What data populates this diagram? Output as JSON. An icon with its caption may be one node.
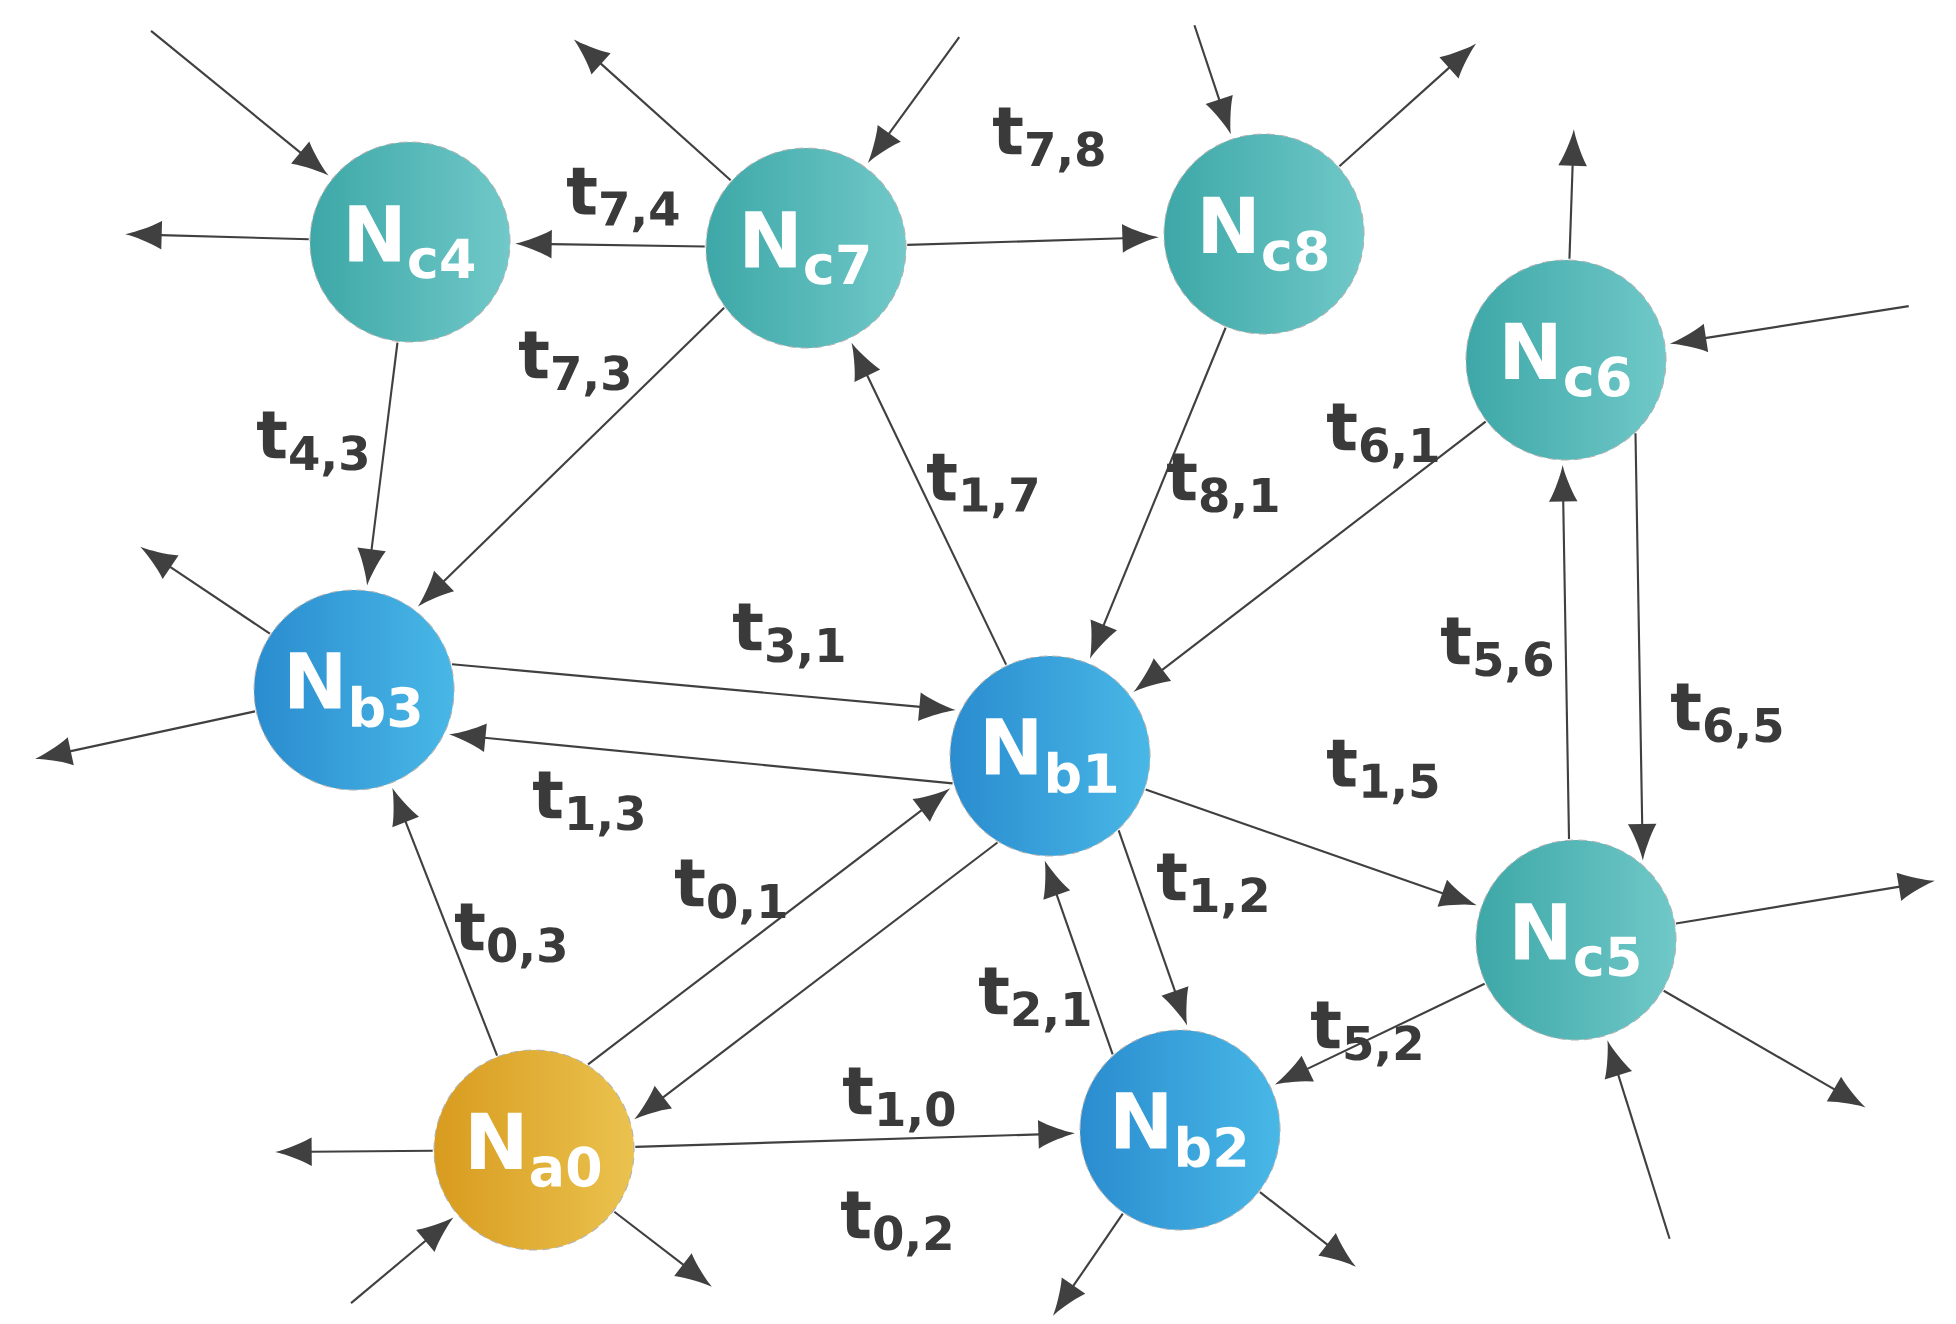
{
  "diagram": {
    "nodes": [
      {
        "text": [
          "N$_{a0}$"
        ]
      },
      {
        "text": [
          "N$_{b1}$"
        ]
      },
      {
        "text": [
          "N$_{b2}$"
        ]
      },
      {
        "text": [
          "N$_{b3}$"
        ]
      },
      {
        "text": [
          "N$_{c4}$"
        ]
      },
      {
        "text": [
          "N$_{c5}$"
        ]
      },
      {
        "text": [
          "N$_{c6}$"
        ]
      },
      {
        "text": [
          "N$_{c7}$"
        ]
      },
      {
        "text": [
          "N$_{c8}$"
        ]
      }
    ],
    "edges": [
      {
        "from": 7,
        "to": 4,
        "arrow": "to",
        "label": "t$_{7,4}$"
      },
      {
        "from": 7,
        "to": 8,
        "arrow": "to",
        "label": "t$_{7,8}$"
      },
      {
        "from": 7,
        "to": 3,
        "arrow": "to",
        "label": "t$_{7,3}$"
      },
      {
        "from": 4,
        "to": 3,
        "arrow": "to",
        "label": "t$_{4,3}$"
      },
      {
        "from": 3,
        "to": 1,
        "arrow": "to",
        "label": "t$_{3,1}$"
      },
      {
        "from": 1,
        "to": 3,
        "arrow": "to",
        "label": "t$_{1,3}$"
      },
      {
        "from": 1,
        "to": 7,
        "arrow": "to",
        "label": "t$_{1,7}$"
      },
      {
        "from": 8,
        "to": 1,
        "arrow": "to",
        "label": "t$_{8,1}$"
      },
      {
        "from": 6,
        "to": 1,
        "arrow": "to",
        "label": "t$_{6,1}$"
      },
      {
        "from": 5,
        "to": 6,
        "arrow": "to",
        "label": "t$_{5,6}$"
      },
      {
        "from": 6,
        "to": 5,
        "arrow": "to",
        "label": "t$_{6,5}$"
      },
      {
        "from": 1,
        "to": 5,
        "arrow": "to",
        "label": "t$_{1,5}$"
      },
      {
        "from": 1,
        "to": 2,
        "arrow": "to",
        "label": "t$_{1,2}$"
      },
      {
        "from": 2,
        "to": 1,
        "arrow": "to",
        "label": "t$_{2,1}$"
      },
      {
        "from": 5,
        "to": 2,
        "arrow": "to",
        "label": "t$_{5,2}$"
      },
      {
        "from": 0,
        "to": 3,
        "arrow": "to",
        "label": "t$_{0,3}$"
      },
      {
        "from": 0,
        "to": 1,
        "arrow": "to",
        "label": "t$_{0,1}$"
      },
      {
        "from": 1,
        "to": 0,
        "arrow": "to",
        "label": "t$_{1,0}$"
      },
      {
        "from": 0,
        "to": 2,
        "arrow": "to",
        "label": "t$_{0,2}$"
      },
      {
        "from": null,
        "to": 4,
        "arrow": "to"
      },
      {
        "from": 4,
        "to": null,
        "arrow": "to"
      },
      {
        "from": 7,
        "to": null,
        "arrow": "to"
      },
      {
        "from": null,
        "to": 7,
        "arrow": "to"
      },
      {
        "from": null,
        "to": 8,
        "arrow": "to"
      },
      {
        "from": 8,
        "to": null,
        "arrow": "to"
      },
      {
        "from": 6,
        "to": null,
        "arrow": "to"
      },
      {
        "from": null,
        "to": 6,
        "arrow": "to"
      },
      {
        "from": 3,
        "to": null,
        "arrow": "to"
      },
      {
        "from": 3,
        "to": null,
        "arrow": "to"
      },
      {
        "from": 0,
        "to": null,
        "arrow": "to"
      },
      {
        "from": null,
        "to": 0,
        "arrow": "to"
      },
      {
        "from": 0,
        "to": null,
        "arrow": "to"
      },
      {
        "from": 2,
        "to": null,
        "arrow": "to"
      },
      {
        "from": 2,
        "to": null,
        "arrow": "to"
      },
      {
        "from": 5,
        "to": null,
        "arrow": "to"
      },
      {
        "from": 5,
        "to": null,
        "arrow": "to"
      },
      {
        "from": null,
        "to": 5,
        "arrow": "to"
      }
    ]
  }
}
